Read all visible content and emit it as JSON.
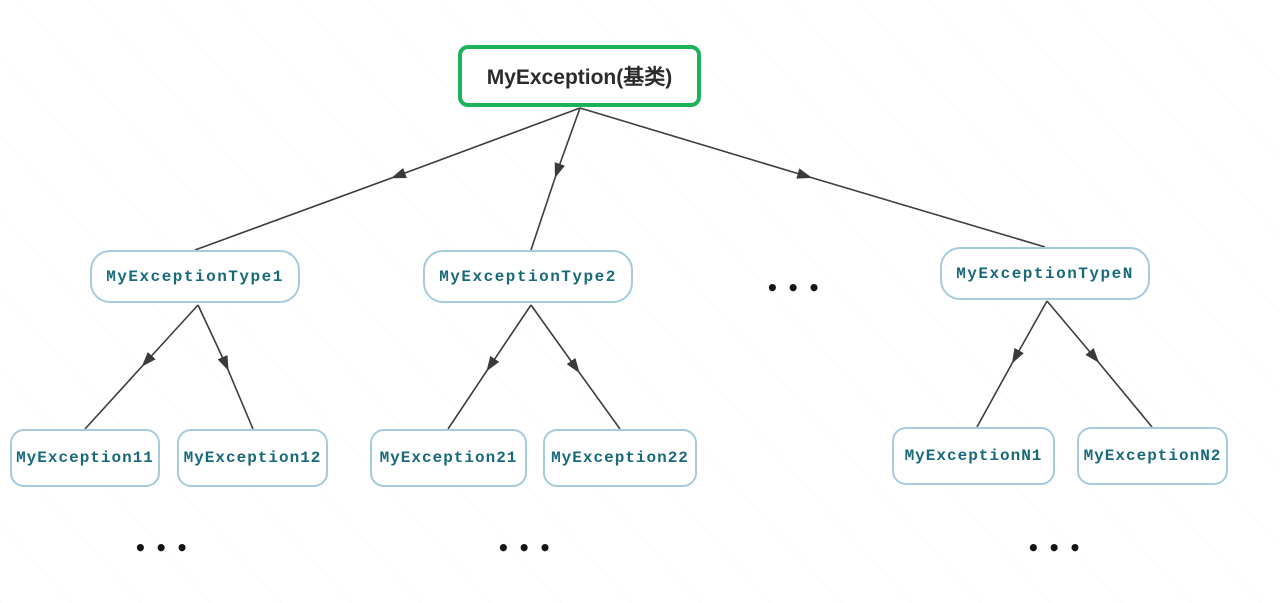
{
  "colors": {
    "root_border": "#1cb25a",
    "root_text": "#2b2b2b",
    "node_border": "#a6cbdd",
    "node_text": "#18697a",
    "arrow": "#3d3d3d",
    "dots": "#141414"
  },
  "diagram": {
    "root_label": "MyException(基类)",
    "type_nodes": [
      {
        "label": "MyExceptionType1"
      },
      {
        "label": "MyExceptionType2"
      },
      {
        "label": "MyExceptionTypeN"
      }
    ],
    "leaf_nodes": [
      {
        "label": "MyException11"
      },
      {
        "label": "MyException12"
      },
      {
        "label": "MyException21"
      },
      {
        "label": "MyException22"
      },
      {
        "label": "MyExceptionN1"
      },
      {
        "label": "MyExceptionN2"
      }
    ],
    "ellipsis_between_types": "•••",
    "ellipsis_bottom_left": "•••",
    "ellipsis_bottom_middle": "•••",
    "ellipsis_bottom_right": "•••"
  }
}
